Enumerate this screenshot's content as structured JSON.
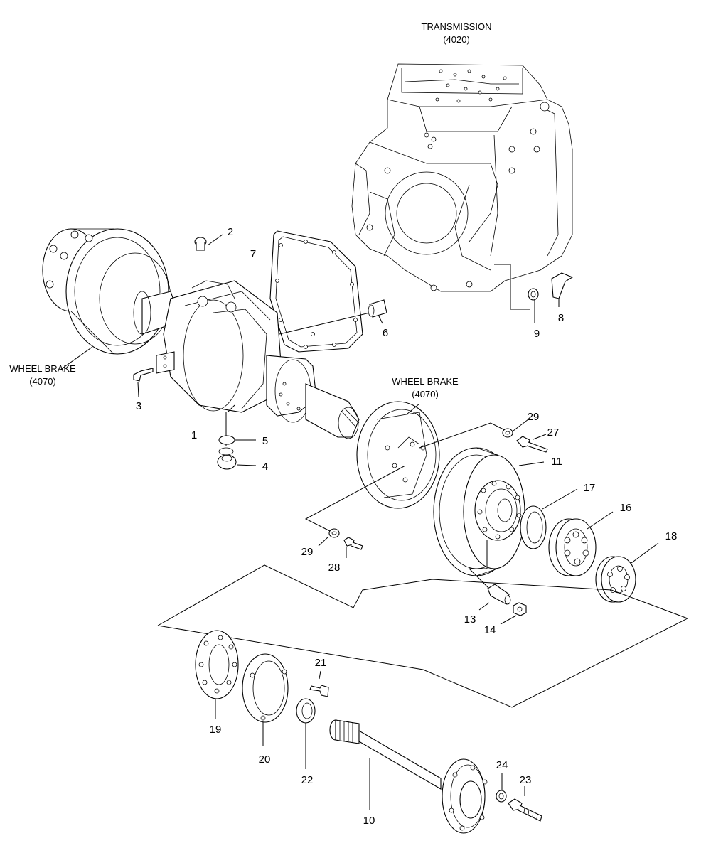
{
  "assembly_labels": {
    "transmission_name": "TRANSMISSION",
    "transmission_code": "(4020)",
    "wheel_brake_left_name": "WHEEL BRAKE",
    "wheel_brake_left_code": "(4070)",
    "wheel_brake_right_name": "WHEEL BRAKE",
    "wheel_brake_right_code": "(4070)"
  },
  "callouts": {
    "n1": "1",
    "n2": "2",
    "n3": "3",
    "n4": "4",
    "n5": "5",
    "n6": "6",
    "n7": "7",
    "n8": "8",
    "n9": "9",
    "n10": "10",
    "n11": "11",
    "n13": "13",
    "n14": "14",
    "n16": "16",
    "n17": "17",
    "n18": "18",
    "n19": "19",
    "n20": "20",
    "n21": "21",
    "n22": "22",
    "n23": "23",
    "n24": "24",
    "n27": "27",
    "n28": "28",
    "n29a": "29",
    "n29b": "29"
  }
}
